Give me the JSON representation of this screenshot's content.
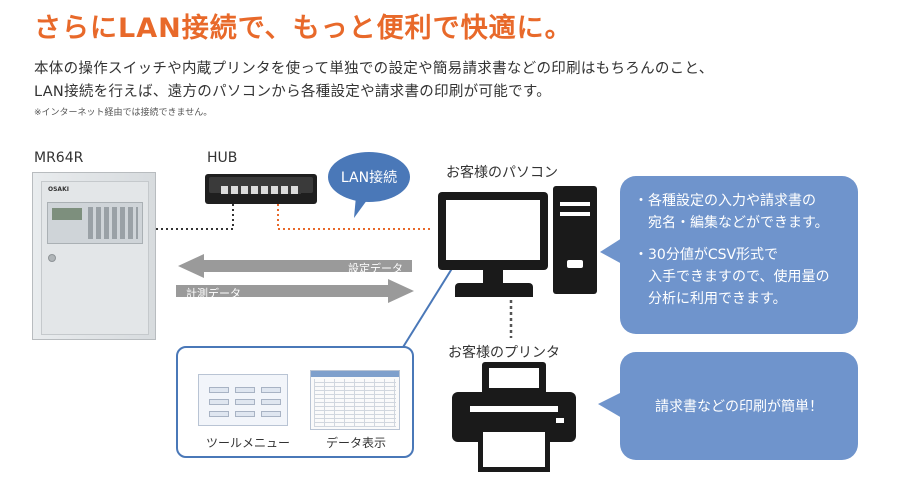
{
  "heading": "さらにLAN接続で、もっと便利で快適に。",
  "intro_line1": "本体の操作スイッチや内蔵プリンタを使って単独での設定や簡易請求書などの印刷はもちろんのこと、",
  "intro_line2": "LAN接続を行えば、遠方のパソコンから各種設定や請求書の印刷が可能です。",
  "note": "※インターネット経由では接続できません。",
  "device": {
    "label": "MR64R",
    "brand": "OSAKI"
  },
  "hub": {
    "label": "HUB"
  },
  "lan_bubble": "LAN接続",
  "arrows": {
    "settings": "設定データ",
    "measurement": "計測データ"
  },
  "pc": {
    "label": "お客様のパソコン",
    "info_lines": [
      "・各種設定の入力や請求書の",
      "　宛名・編集などができます。",
      "・30分値がCSV形式で",
      "　入手できますので、使用量の",
      "　分析に利用できます。"
    ]
  },
  "printer": {
    "label": "お客様のプリンタ",
    "info": "請求書などの印刷が簡単！"
  },
  "screens": {
    "menu_caption": "ツールメニュー",
    "data_caption": "データ表示"
  },
  "colors": {
    "heading": "#e8692a",
    "accent_blue": "#4a78b8",
    "info_bubble": "#6f94cc",
    "lan_line": "#e8692a",
    "arrow_gray": "#9a9a9a"
  }
}
